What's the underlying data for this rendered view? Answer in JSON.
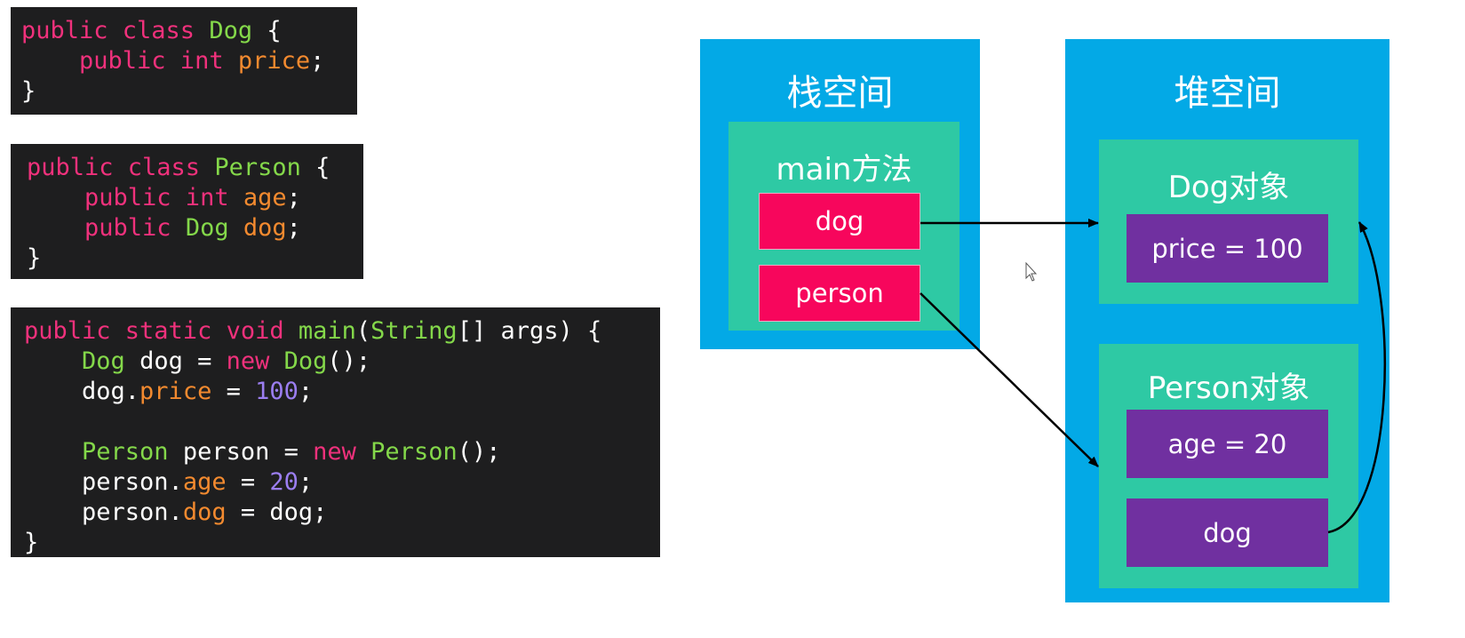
{
  "code_blocks": [
    {
      "lines": [
        [
          {
            "t": "public class ",
            "c": "kw"
          },
          {
            "t": "Dog",
            "c": "ty"
          },
          {
            "t": " {",
            "c": "pl"
          }
        ],
        [
          {
            "t": "    public int ",
            "c": "kw"
          },
          {
            "t": "price",
            "c": "fd"
          },
          {
            "t": ";",
            "c": "pl"
          }
        ],
        [
          {
            "t": "}",
            "c": "pl"
          }
        ]
      ]
    },
    {
      "lines": [
        [
          {
            "t": "public class ",
            "c": "kw"
          },
          {
            "t": "Person",
            "c": "ty"
          },
          {
            "t": " {",
            "c": "pl"
          }
        ],
        [
          {
            "t": "    public int ",
            "c": "kw"
          },
          {
            "t": "age",
            "c": "fd"
          },
          {
            "t": ";",
            "c": "pl"
          }
        ],
        [
          {
            "t": "    public ",
            "c": "kw"
          },
          {
            "t": "Dog ",
            "c": "ty"
          },
          {
            "t": "dog",
            "c": "fd"
          },
          {
            "t": ";",
            "c": "pl"
          }
        ],
        [
          {
            "t": "}",
            "c": "pl"
          }
        ]
      ]
    },
    {
      "lines": [
        [
          {
            "t": "public static void ",
            "c": "kw"
          },
          {
            "t": "main",
            "c": "ty"
          },
          {
            "t": "(",
            "c": "pl"
          },
          {
            "t": "String",
            "c": "ty"
          },
          {
            "t": "[] args) {",
            "c": "pl"
          }
        ],
        [
          {
            "t": "    ",
            "c": "pl"
          },
          {
            "t": "Dog",
            "c": "ty"
          },
          {
            "t": " dog = ",
            "c": "pl"
          },
          {
            "t": "new ",
            "c": "kw"
          },
          {
            "t": "Dog",
            "c": "ty"
          },
          {
            "t": "();",
            "c": "pl"
          }
        ],
        [
          {
            "t": "    dog.",
            "c": "pl"
          },
          {
            "t": "price",
            "c": "fd"
          },
          {
            "t": " = ",
            "c": "pl"
          },
          {
            "t": "100",
            "c": "nm"
          },
          {
            "t": ";",
            "c": "pl"
          }
        ],
        [],
        [
          {
            "t": "    ",
            "c": "pl"
          },
          {
            "t": "Person",
            "c": "ty"
          },
          {
            "t": " person = ",
            "c": "pl"
          },
          {
            "t": "new ",
            "c": "kw"
          },
          {
            "t": "Person",
            "c": "ty"
          },
          {
            "t": "();",
            "c": "pl"
          }
        ],
        [
          {
            "t": "    person.",
            "c": "pl"
          },
          {
            "t": "age",
            "c": "fd"
          },
          {
            "t": " = ",
            "c": "pl"
          },
          {
            "t": "20",
            "c": "nm"
          },
          {
            "t": ";",
            "c": "pl"
          }
        ],
        [
          {
            "t": "    person.",
            "c": "pl"
          },
          {
            "t": "dog",
            "c": "fd"
          },
          {
            "t": " = dog;",
            "c": "pl"
          }
        ],
        [
          {
            "t": "}",
            "c": "pl"
          }
        ]
      ]
    }
  ],
  "diagram": {
    "stack": {
      "title": "栈空间",
      "frame_title": "main方法",
      "vars": [
        "dog",
        "person"
      ]
    },
    "heap": {
      "title": "堆空间",
      "dog_object": {
        "title": "Dog对象",
        "fields": [
          "price = 100"
        ]
      },
      "person_object": {
        "title": "Person对象",
        "fields": [
          "age = 20",
          "dog"
        ]
      }
    }
  },
  "colors": {
    "code_bg": "#1e1e1f",
    "keyword": "#f0317c",
    "type": "#84d84a",
    "field": "#f38a2f",
    "number": "#9b7ef0",
    "panel_blue": "#03a9e6",
    "frame_green": "#2ec9a4",
    "var_pink": "#f7065c",
    "field_purple": "#7030a0"
  },
  "icons": [
    "mouse-cursor-icon"
  ]
}
